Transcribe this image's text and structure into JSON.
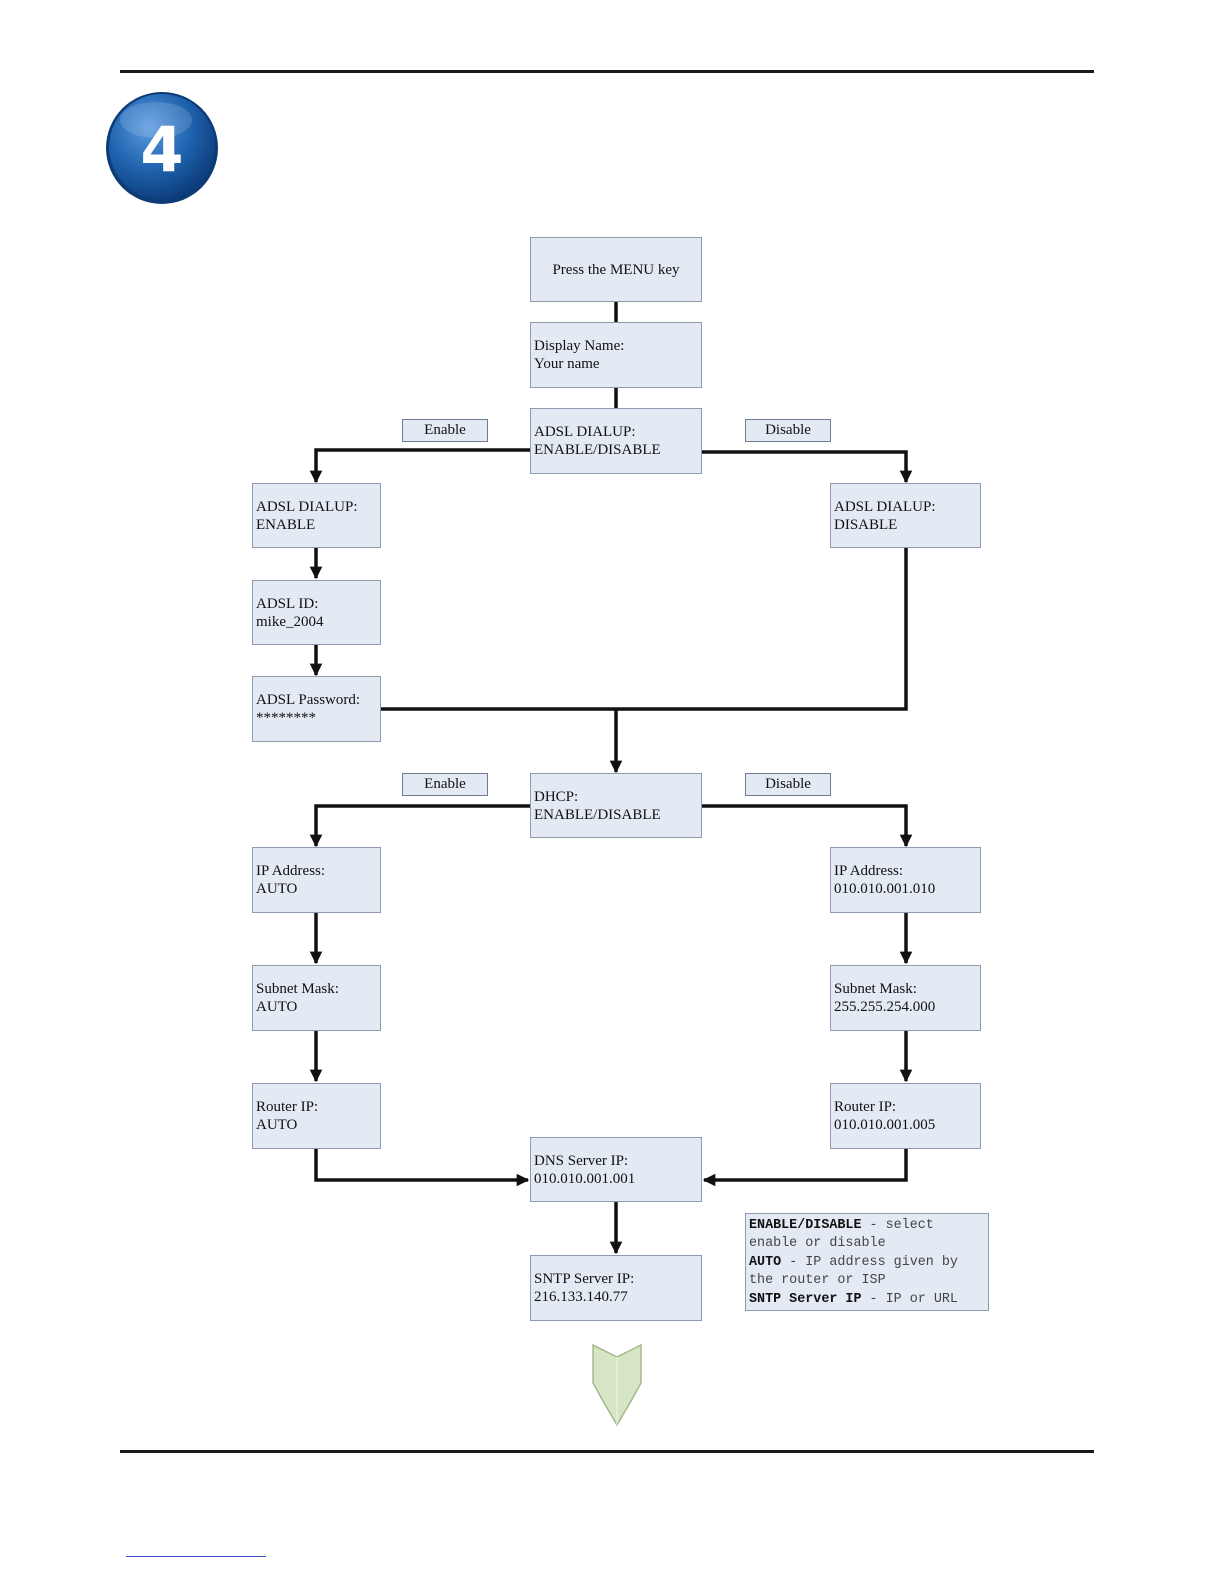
{
  "step": {
    "number": "4"
  },
  "flow": {
    "menu": {
      "text": "Press the MENU key"
    },
    "display_name": {
      "label": "Display Name:",
      "value": "Your name"
    },
    "adsl_dialup": {
      "label": "ADSL DIALUP:",
      "value": "ENABLE/DISABLE"
    },
    "adsl_enable_tag": "Enable",
    "adsl_disable_tag": "Disable",
    "adsl_enabled": {
      "label": "ADSL DIALUP:",
      "value": "ENABLE"
    },
    "adsl_disabled": {
      "label": "ADSL DIALUP:",
      "value": "DISABLE"
    },
    "adsl_id": {
      "label": "ADSL ID:",
      "value": "mike_2004"
    },
    "adsl_password": {
      "label": "ADSL Password:",
      "value": "********"
    },
    "dhcp": {
      "label": "DHCP:",
      "value": "ENABLE/DISABLE"
    },
    "dhcp_enable_tag": "Enable",
    "dhcp_disable_tag": "Disable",
    "ip_auto": {
      "label": "IP Address:",
      "value": "AUTO"
    },
    "subnet_auto": {
      "label": "Subnet Mask:",
      "value": "AUTO"
    },
    "router_auto": {
      "label": "Router IP:",
      "value": "AUTO"
    },
    "ip_static": {
      "label": "IP Address:",
      "value": "010.010.001.010"
    },
    "subnet_static": {
      "label": "Subnet Mask:",
      "value": "255.255.254.000"
    },
    "router_static": {
      "label": "Router IP:",
      "value": "010.010.001.005"
    },
    "dns": {
      "label": "DNS Server IP:",
      "value": "010.010.001.001"
    },
    "sntp": {
      "label": "SNTP Server IP:",
      "value": "216.133.140.77"
    }
  },
  "legend": [
    {
      "term": "ENABLE/DISABLE",
      "sep": " - ",
      "desc": "select enable or disable"
    },
    {
      "term": "AUTO",
      "sep": " - ",
      "desc": "IP address given by the router or ISP"
    },
    {
      "term": "SNTP Server IP",
      "sep": " - ",
      "desc": "IP or URL"
    }
  ],
  "colors": {
    "box_fill": "#e3eaf4",
    "box_border": "#8e9bb0",
    "badge": "#1d5fa8",
    "next_arrow": "#d6e6c4"
  },
  "icons": {
    "badge": "step-number-badge",
    "continue": "continue-down-arrow-icon"
  }
}
